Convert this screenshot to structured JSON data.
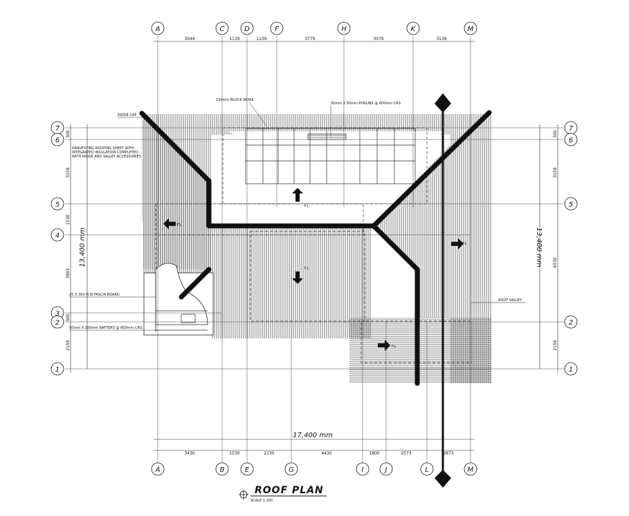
{
  "title": "ROOF PLAN",
  "scale_note": "SCALE 1:100",
  "grid_columns_top": [
    "A",
    "C",
    "D",
    "F",
    "H",
    "K",
    "M"
  ],
  "grid_columns_bottom": [
    "A",
    "B",
    "E",
    "G",
    "I",
    "J",
    "L",
    "M"
  ],
  "grid_rows_left": [
    "7",
    "6",
    "5",
    "4",
    "3",
    "2",
    "1"
  ],
  "grid_rows_right": [
    "7",
    "6",
    "5",
    "2",
    "1"
  ],
  "top_dimensions": [
    "3044",
    "1139",
    "1139",
    "3779",
    "3079",
    "3139"
  ],
  "bottom_dimensions": [
    "3430",
    "1530",
    "2130",
    "4430",
    "1800",
    "2573",
    "2873"
  ],
  "overall_width": "17,400 mm",
  "overall_height_left": "13,400 mm",
  "overall_height_right": "13,400 mm",
  "left_dimensions": [
    "300",
    "3159",
    "1530",
    "3903",
    "300",
    "2159"
  ],
  "right_dimensions": [
    "300",
    "3159",
    "6530",
    "2159"
  ],
  "annotations": {
    "ridge_cap": "RIDGE CAP",
    "block_work": "150mm BLOCK WORK",
    "purlins": "50mm X 50mm PURLINS @ 600mm CRS",
    "roofing_sheet": "HARVESTING ROOFING SHEET WITH INTEGRATED INSULATION COMPLETED WITH RIDGE AND VALLEY ACCESSORIES",
    "fascia": "25 X 300 H.W FASCIA BOARD",
    "rafters": "50mm X 100mm RAFTERS @ 600mm CRS",
    "roof_valley": "ROOF VALLEY"
  },
  "slope_labels": [
    "F.L",
    "F.L",
    "F.L",
    "F.L",
    "F.L"
  ]
}
